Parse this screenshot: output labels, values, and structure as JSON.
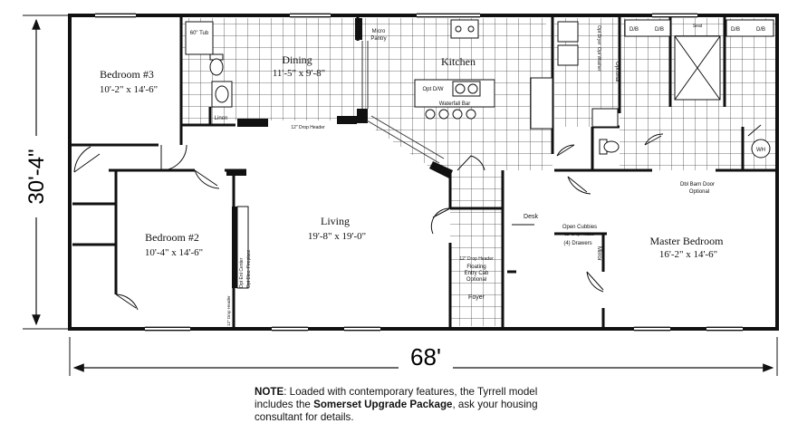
{
  "dimensions": {
    "width": "68'",
    "depth": "30'-4\""
  },
  "rooms": {
    "bedroom3": {
      "name": "Bedroom #3",
      "size": "10'-2\" x 14'-6\""
    },
    "dining": {
      "name": "Dining",
      "size": "11'-5\" x 9'-8\""
    },
    "kitchen": {
      "name": "Kitchen"
    },
    "living": {
      "name": "Living",
      "size": "19'-8\" x 19'-0\""
    },
    "bedroom2": {
      "name": "Bedroom #2",
      "size": "10'-4\" x 14'-6\""
    },
    "master": {
      "name": "Master Bedroom",
      "size": "16'-2\" x 14'-6\""
    }
  },
  "labels": {
    "tub": "60\" Tub",
    "linen": "Linen",
    "micro": "Micro",
    "pantry": "Pantry",
    "opt_dw": "Opt D/W",
    "waterfall": "Waterfall Bar",
    "drop_header_dining": "12\" Drop Header",
    "optional_kitchen": "Optional",
    "opt_dryer": "Opt Dryer",
    "opt_washer": "Opt Washer",
    "db_left_1": "D/B",
    "db_left_2": "D/B",
    "db_right_1": "D/B",
    "db_right_2": "D/B",
    "seat": "Seat",
    "wh": "WH",
    "barn_door_1": "Dbl Barn Door",
    "barn_door_2": "Optional",
    "desk": "Desk",
    "open_cubbies": "Open Cubbies",
    "drop_header_cubbies": "12\" Drop Header",
    "drawers": "(4) Drawers",
    "mirror": "Mirror",
    "entry_header": "12\" Drop Header",
    "floating_1": "Floating",
    "floating_2": "Entry Cab",
    "floating_3": "Optional",
    "foyer": "Foyer",
    "opt_ent_center": "Opt Ent Center",
    "opt_fireplace": "Opt Elec. Fireplace",
    "drop_header_bed2": "12\" Drop Header"
  },
  "note": {
    "prefix": "NOTE",
    "text1": ": Loaded with contemporary features, the Tyrrell model includes the ",
    "bold": "Somerset Upgrade Package",
    "text2": ", ask your housing consultant for details."
  }
}
